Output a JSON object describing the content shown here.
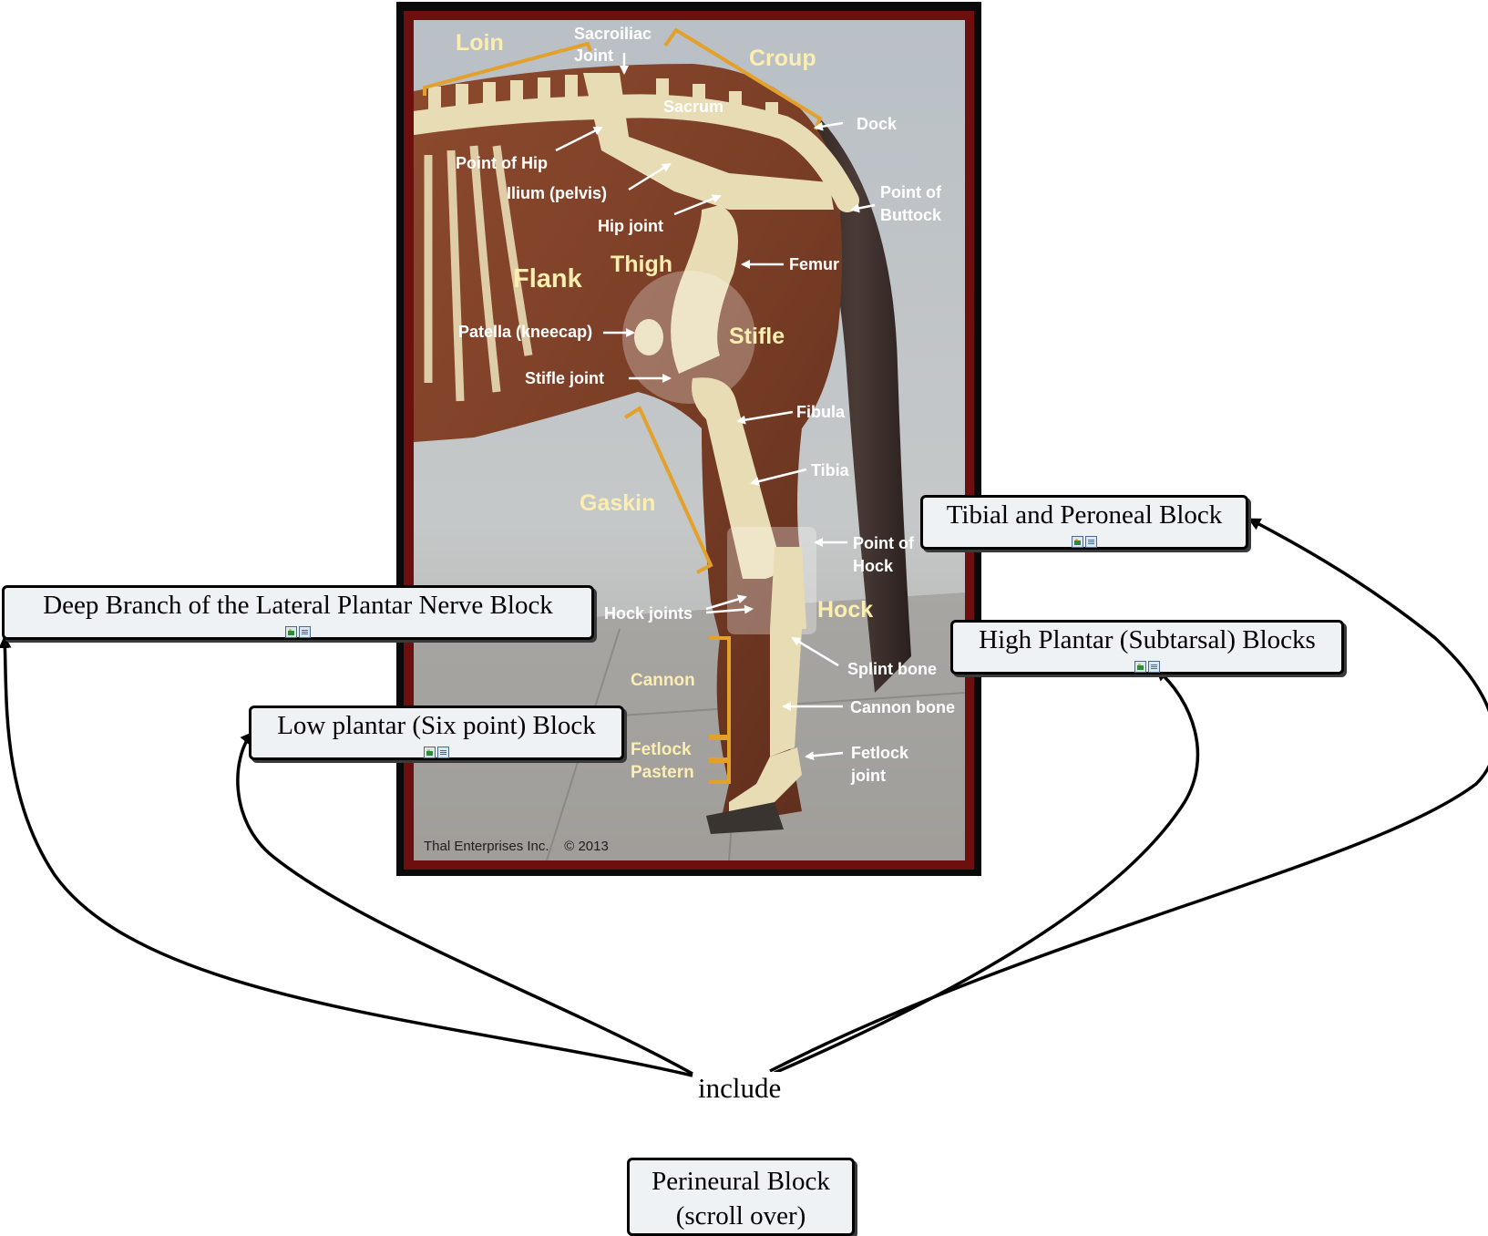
{
  "nodes": {
    "deep_branch": "Deep Branch of the Lateral Plantar Nerve Block",
    "low_plantar": "Low plantar (Six point) Block",
    "tibial_peroneal": "Tibial and Peroneal Block",
    "high_plantar": "High Plantar (Subtarsal) Blocks",
    "perineural": "Perineural Block (scroll over)"
  },
  "link_phrase": "include",
  "figure": {
    "labels": {
      "loin": "Loin",
      "sacroiliac_1": "Sacroiliac",
      "sacroiliac_2": "Joint",
      "croup": "Croup",
      "sacrum": "Sacrum",
      "dock": "Dock",
      "point_of_hip": "Point of Hip",
      "ilium": "Ilium (pelvis)",
      "point_of_buttock_1": "Point of",
      "point_of_buttock_2": "Buttock",
      "hip_joint": "Hip joint",
      "flank": "Flank",
      "thigh": "Thigh",
      "femur": "Femur",
      "patella": "Patella (kneecap)",
      "stifle": "Stifle",
      "stifle_joint": "Stifle joint",
      "fibula": "Fibula",
      "tibia": "Tibia",
      "gaskin": "Gaskin",
      "point_of_hock_1": "Point of",
      "point_of_hock_2": "Hock",
      "hock_joints": "Hock joints",
      "hock": "Hock",
      "splint_bone": "Splint bone",
      "cannon": "Cannon",
      "cannon_bone": "Cannon bone",
      "fetlock": "Fetlock",
      "pastern": "Pastern",
      "fetlock_joint_1": "Fetlock",
      "fetlock_joint_2": "joint",
      "credit": "Thal Enterprises Inc.    © 2013"
    }
  },
  "colors": {
    "frame_outer": "#0a0a0a",
    "frame_inner": "#6e0f0f",
    "horse_coat": "#7a4028",
    "bone": "#e8dcb4",
    "bracket": "#e3a02a",
    "node_fill": "#eef2f5"
  }
}
